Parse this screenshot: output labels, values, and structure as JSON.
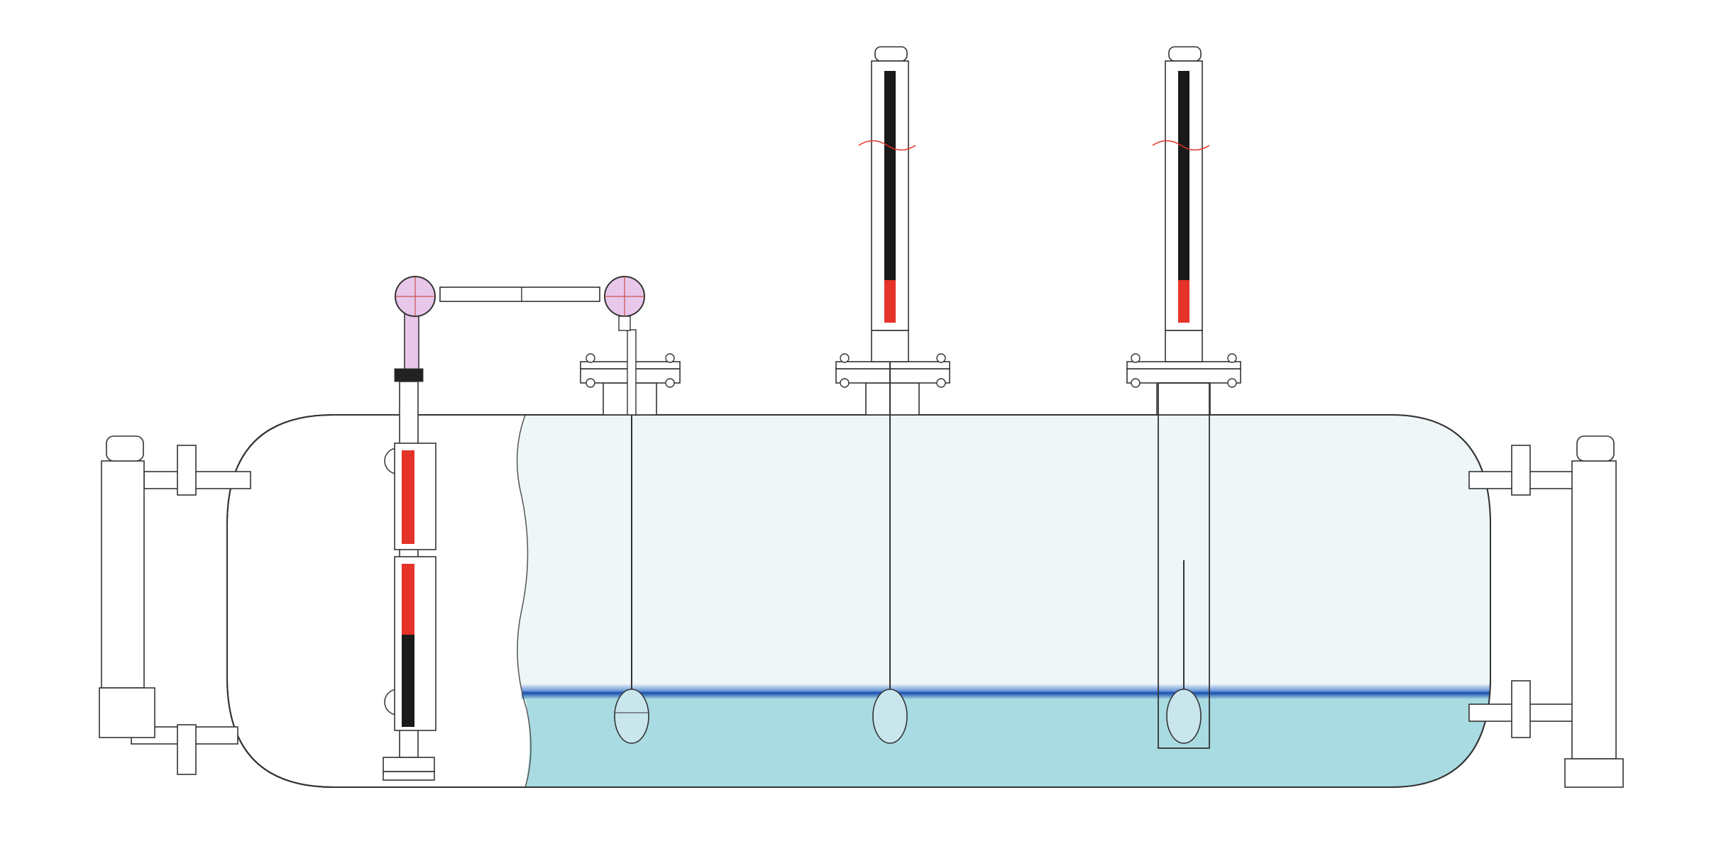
{
  "diagram": {
    "kind": "horizontal vessel with magnetic level gauges",
    "components": [
      {
        "id": "vessel",
        "name": "horizontal-tank"
      },
      {
        "id": "left-gauge",
        "name": "side-mounted-magnetic-gauge-left"
      },
      {
        "id": "front-gauge",
        "name": "front-magnetic-flap-gauge"
      },
      {
        "id": "transmitter",
        "name": "float-transmitter-junction-boxes"
      },
      {
        "id": "top-gauge-1",
        "name": "top-mounted-magnetic-gauge-1"
      },
      {
        "id": "top-gauge-2",
        "name": "top-mounted-magnetic-gauge-2"
      },
      {
        "id": "right-gauge",
        "name": "side-mounted-magnetic-gauge-right"
      }
    ],
    "liquid_level_fraction": 0.23,
    "front_gauge_fill_fraction": 0.42,
    "top_gauge_fill_fraction": 0.18,
    "icons": [
      "float-icon",
      "flange-icon",
      "junction-box-icon"
    ]
  },
  "colors": {
    "outline": "#333333",
    "liquid": "#a9dbe2",
    "liquid_surface": "#1a4fb0",
    "vapor": "#eef6f8",
    "indicator_red": "#e5332a",
    "indicator_black": "#1a1a1a",
    "junction_box": "#e8c7ea"
  }
}
